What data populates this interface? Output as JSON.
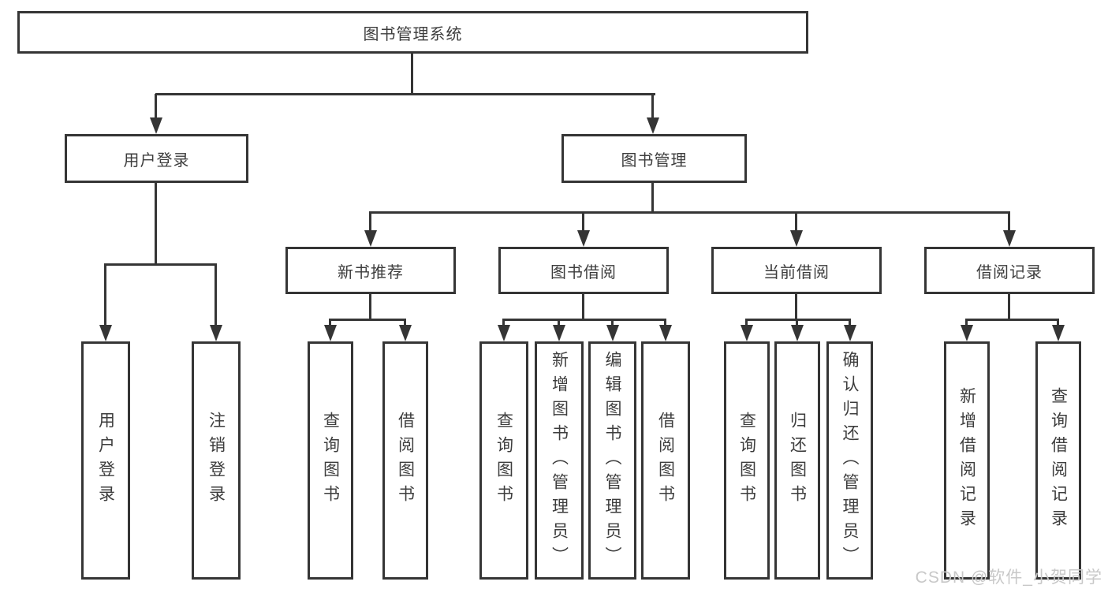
{
  "colors": {
    "line": "#353535",
    "text": "#3d3d3d",
    "background": "#ffffff",
    "watermark": "#c8c8c8"
  },
  "nodes": {
    "root": "图书管理系统",
    "user_login": "用户登录",
    "book_management": "图书管理",
    "new_book_recommend": "新书推荐",
    "book_borrow": "图书借阅",
    "current_borrow": "当前借阅",
    "borrow_records": "借阅记录"
  },
  "leaves": {
    "user_login": [
      "用户登录",
      "注销登录"
    ],
    "new_book_recommend": [
      "查询图书",
      "借阅图书"
    ],
    "book_borrow": [
      "查询图书",
      "新增图书（管理员）",
      "编辑图书（管理员）",
      "借阅图书"
    ],
    "current_borrow": [
      "查询图书",
      "归还图书",
      "确认归还（管理员）"
    ],
    "borrow_records": [
      "新增借阅记录",
      "查询借阅记录"
    ]
  },
  "watermark": "CSDN @软件_小贺同学"
}
